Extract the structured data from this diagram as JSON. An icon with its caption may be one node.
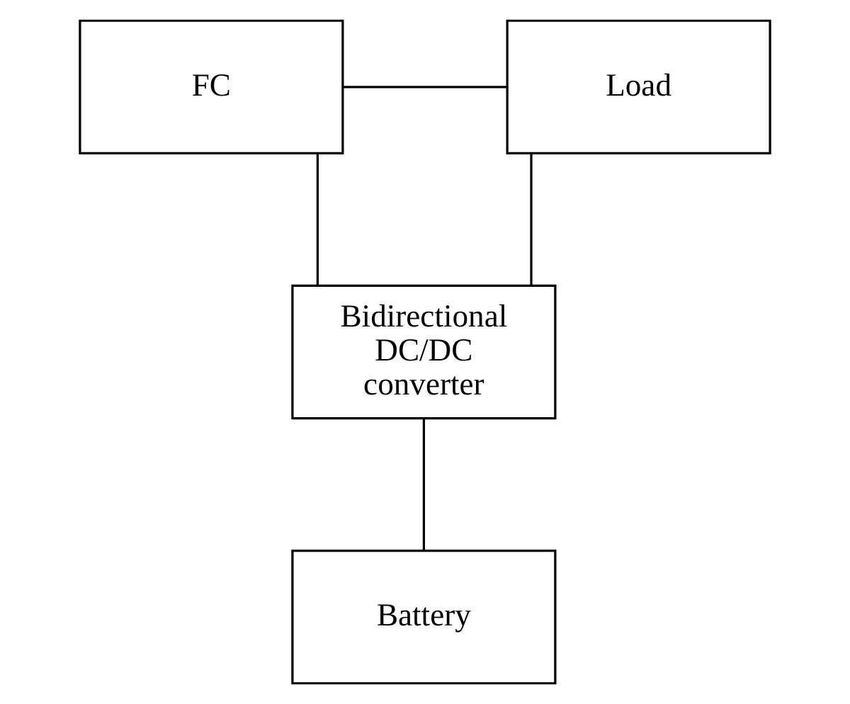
{
  "diagram": {
    "nodes": [
      {
        "text": [
          "FC"
        ]
      },
      {
        "text": [
          "Load"
        ]
      },
      {
        "text": [
          "Bidirectional DC/DC converter"
        ]
      },
      {
        "text": [
          "Battery"
        ]
      }
    ],
    "edges": [
      {
        "from": 0,
        "to": 1,
        "arrow": "none"
      },
      {
        "from": 0,
        "to": 2,
        "arrow": "none"
      },
      {
        "from": 1,
        "to": 2,
        "arrow": "none"
      },
      {
        "from": 2,
        "to": 3,
        "arrow": "none"
      }
    ]
  }
}
